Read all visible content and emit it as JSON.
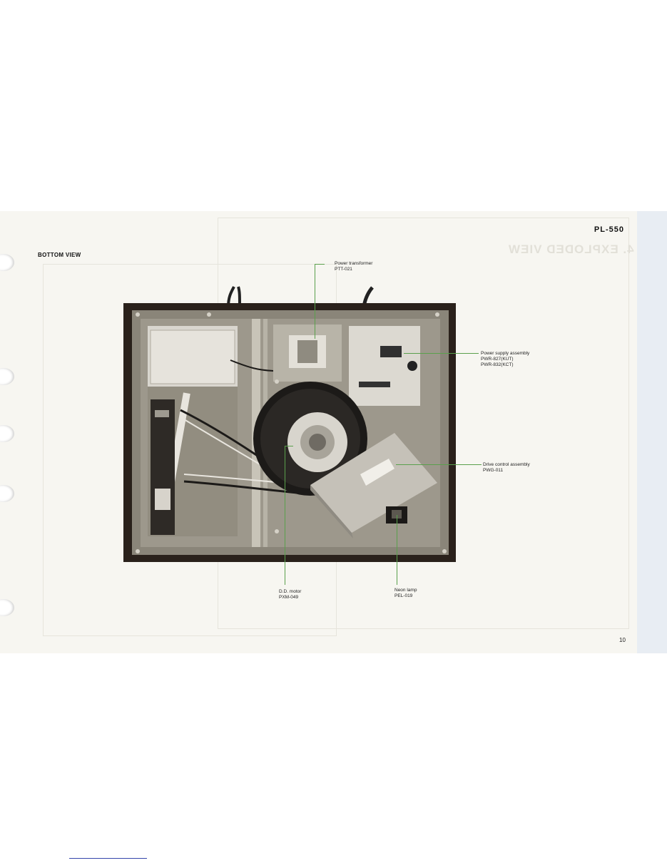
{
  "header": {
    "model": "PL-550",
    "section_title": "BOTTOM VIEW",
    "page_number": "10"
  },
  "callouts": {
    "power_transformer": {
      "name": "Power transformer",
      "part": "PTT-021"
    },
    "power_supply": {
      "name": "Power supply assembly",
      "part1": "PWR-827(KUT)",
      "part2": "PWR-832(KCT)"
    },
    "drive_control": {
      "name": "Drive control assembly",
      "part": "PWG-011"
    },
    "dd_motor": {
      "name": "D.D. motor",
      "part": "PXM-049"
    },
    "neon_lamp": {
      "name": "Neon lamp",
      "part": "PEL-019"
    }
  },
  "background": {
    "ghost_title": "4. EXPLODED VIEW"
  },
  "colors": {
    "callout_line": "#5aa04c",
    "sheet": "#f7f6f1"
  }
}
